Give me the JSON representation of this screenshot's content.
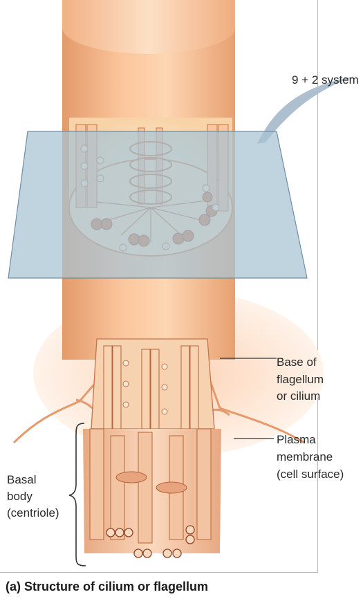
{
  "labels": {
    "system": "9 + 2 system",
    "base_line1": "Base of",
    "base_line2": "flagellum",
    "base_line3": "or cilium",
    "plasma_line1": "Plasma",
    "plasma_line2": "membrane",
    "plasma_line3": "(cell surface)",
    "basal_line1": "Basal",
    "basal_line2": "body",
    "basal_line3": "(centriole)"
  },
  "caption": "(a) Structure of cilium or flagellum",
  "colors": {
    "shaft": "#f6b98a",
    "shaft_dark": "#e49765",
    "shaft_light": "#fddcc0",
    "interior": "#fce9d0",
    "plane": "#a8c3d4",
    "cell_glow": "#fde2cf",
    "outline": "#a8562f"
  }
}
